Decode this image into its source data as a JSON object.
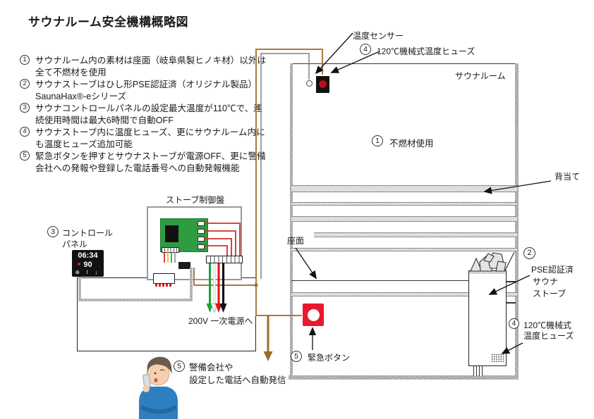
{
  "title": "サウナルーム安全機構概略図",
  "notes": [
    {
      "num": "1",
      "text": "サウナルーム内の素材は座面（岐阜県製ヒノキ材）以外は全て不燃材を使用"
    },
    {
      "num": "2",
      "text": "サウナストーブはひし形PSE認証済（オリジナル製品）SaunaHax®-eシリーズ"
    },
    {
      "num": "3",
      "text": "サウナコントロールパネルの設定最大温度が110℃で、連続使用時間は最大6時間で自動OFF"
    },
    {
      "num": "4",
      "text": "サウナストーブ内に温度ヒューズ、更にサウナルーム内にも温度ヒューズ追加可能"
    },
    {
      "num": "5",
      "text": "緊急ボタンを押すとサウナストーブが電源OFF、更に警備会社への発報や登録した電話番号への自動発報機能"
    }
  ],
  "top": {
    "sensor_label": "温度センサー",
    "fuse_label": {
      "num": "4",
      "text": "120℃機械式温度ヒューズ"
    }
  },
  "room": {
    "name": "サウナルーム",
    "material": {
      "num": "1",
      "text": "不燃材使用"
    },
    "backrest": "背当て",
    "seat": "座面",
    "stove_label": {
      "num": "2",
      "line1": "PSE認証済",
      "line2": "サウナ",
      "line3": "ストーブ"
    },
    "stove_fuse_label": {
      "num": "4",
      "line1": "120℃機械式",
      "line2": "温度ヒューズ"
    },
    "emergency_label": {
      "num": "5",
      "text": "緊急ボタン"
    }
  },
  "controller": {
    "title": "ストーブ制御盤",
    "panel_label": {
      "num": "3",
      "line1": "コントロール",
      "line2": "パネル"
    },
    "display": {
      "time": "06:34",
      "temp": "90",
      "icons": "⊗ ſ ↓"
    },
    "power_label": "200V 一次電源へ"
  },
  "dispatch_label": {
    "num": "5",
    "line1": "警備会社や",
    "line2": "設定した電話へ自動発信"
  },
  "colors": {
    "accent_red": "#e8192c",
    "wire_tan": "#a97c3f",
    "pcb_green": "#2f9c42",
    "wire_green": "#17a53c",
    "display_bg": "#111111",
    "shirt_blue": "#2e7fc0"
  }
}
